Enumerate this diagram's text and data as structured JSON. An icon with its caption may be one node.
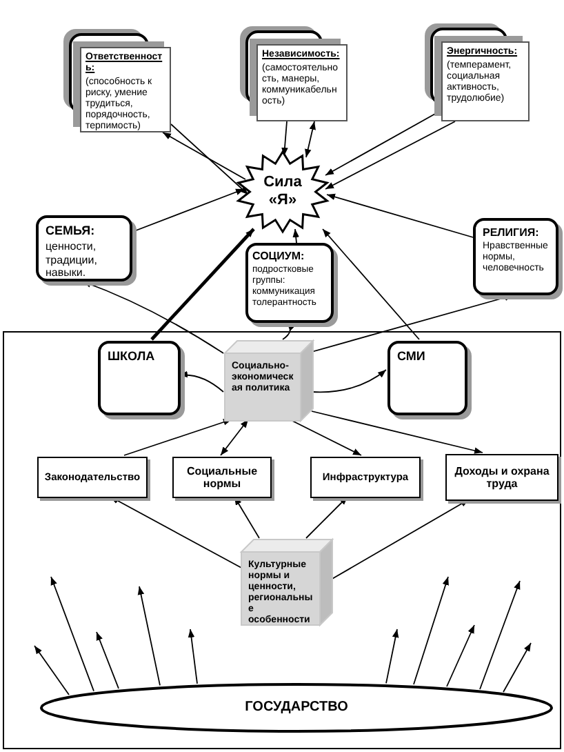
{
  "diagram": {
    "nodes": [
      {
        "text": [
          "Ответственность:",
          "(способность к риску, умение трудиться, порядочность, терпимость)"
        ]
      },
      {
        "text": [
          "Независимость:",
          "(самостоятельность, манеры, коммуникабельность)"
        ]
      },
      {
        "text": [
          "Энергичность:",
          "(темперамент, социальная активность, трудолюбие)"
        ]
      },
      {
        "text": [
          "Сила «Я»"
        ]
      },
      {
        "text": [
          "СЕМЬЯ:",
          "ценности, традиции, навыки."
        ]
      },
      {
        "text": [
          "СОЦИУМ:",
          "подростковые группы: коммуникация толерантность"
        ]
      },
      {
        "text": [
          "РЕЛИГИЯ:",
          "Нравственные нормы, человечность"
        ]
      },
      {
        "text": [],
        "shape": "box"
      },
      {
        "text": [
          "ШКОЛА"
        ],
        "in": 7
      },
      {
        "text": [
          "Социально-экономическая политика"
        ],
        "in": 7
      },
      {
        "text": [
          "СМИ"
        ],
        "in": 7
      },
      {
        "text": [
          "Законодательство"
        ],
        "in": 7
      },
      {
        "text": [
          "Социальные нормы"
        ],
        "in": 7
      },
      {
        "text": [
          "Инфраструктура"
        ],
        "in": 7
      },
      {
        "text": [
          "Доходы и охрана труда"
        ],
        "in": 7
      },
      {
        "text": [
          "Культурные нормы и ценности, региональные особенности"
        ],
        "in": 7
      },
      {
        "text": [
          "ГОСУДАРСТВО"
        ],
        "in": 7
      }
    ],
    "edges": [
      {
        "from": 3,
        "to": 0,
        "arrow": "to"
      },
      {
        "from": 0,
        "to": 3,
        "arrow": "to"
      },
      {
        "from": 1,
        "to": 3,
        "arrow": "to"
      },
      {
        "from": 1,
        "to": 3,
        "arrow": "both"
      },
      {
        "from": 2,
        "to": 3,
        "arrow": "to"
      },
      {
        "from": 2,
        "to": 3,
        "arrow": "to"
      },
      {
        "from": 4,
        "to": 3,
        "arrow": "to"
      },
      {
        "from": 5,
        "to": 3,
        "arrow": "to"
      },
      {
        "from": 6,
        "to": 3,
        "arrow": "to"
      },
      {
        "from": 8,
        "to": 3,
        "arrow": "to",
        "style": "thick"
      },
      {
        "from": 10,
        "to": 3,
        "arrow": "to"
      },
      {
        "from": 9,
        "to": 4,
        "arrow": "to"
      },
      {
        "from": 9,
        "to": 5,
        "arrow": "to"
      },
      {
        "from": 9,
        "to": 6,
        "arrow": "to"
      },
      {
        "from": 9,
        "to": 8,
        "arrow": "to"
      },
      {
        "from": 9,
        "to": 10,
        "arrow": "to"
      },
      {
        "from": 11,
        "to": 9,
        "arrow": "to"
      },
      {
        "from": 12,
        "to": 9,
        "arrow": "both"
      },
      {
        "from": 9,
        "to": 13,
        "arrow": "to"
      },
      {
        "from": 9,
        "to": 14,
        "arrow": "to"
      },
      {
        "from": 15,
        "to": 11,
        "arrow": "to"
      },
      {
        "from": 15,
        "to": 12,
        "arrow": "to"
      },
      {
        "from": 15,
        "to": 13,
        "arrow": "to"
      },
      {
        "from": 15,
        "to": 14,
        "arrow": "to"
      },
      {
        "from": 16,
        "to": null,
        "arrow": "to"
      },
      {
        "from": 16,
        "to": null,
        "arrow": "to"
      },
      {
        "from": 16,
        "to": null,
        "arrow": "to"
      },
      {
        "from": 16,
        "to": null,
        "arrow": "to"
      },
      {
        "from": 16,
        "to": null,
        "arrow": "to"
      },
      {
        "from": 16,
        "to": null,
        "arrow": "to"
      },
      {
        "from": 16,
        "to": null,
        "arrow": "to"
      },
      {
        "from": 16,
        "to": null,
        "arrow": "to"
      },
      {
        "from": 16,
        "to": null,
        "arrow": "to"
      },
      {
        "from": 16,
        "to": null,
        "arrow": "to"
      }
    ]
  }
}
